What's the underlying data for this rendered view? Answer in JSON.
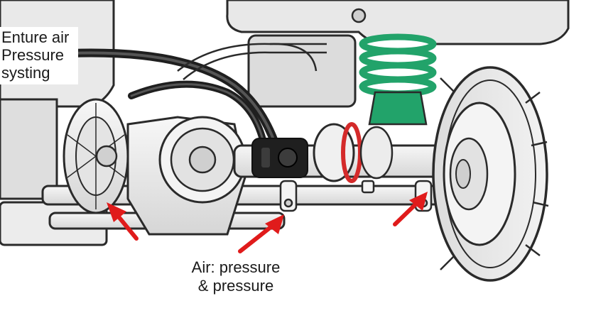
{
  "labels": {
    "top_left": [
      "Enture air",
      "Pressure",
      "systing"
    ],
    "bottom": [
      "Air: pressure",
      "& pressure"
    ]
  },
  "colors": {
    "outline": "#2a2a2a",
    "metal": "#eeeeee",
    "metal_dark": "#cfcfcf",
    "hose": "#1f1f1f",
    "spring": "#22a36a",
    "ring_red": "#d42a2a",
    "arrow": "#e01b1b"
  }
}
